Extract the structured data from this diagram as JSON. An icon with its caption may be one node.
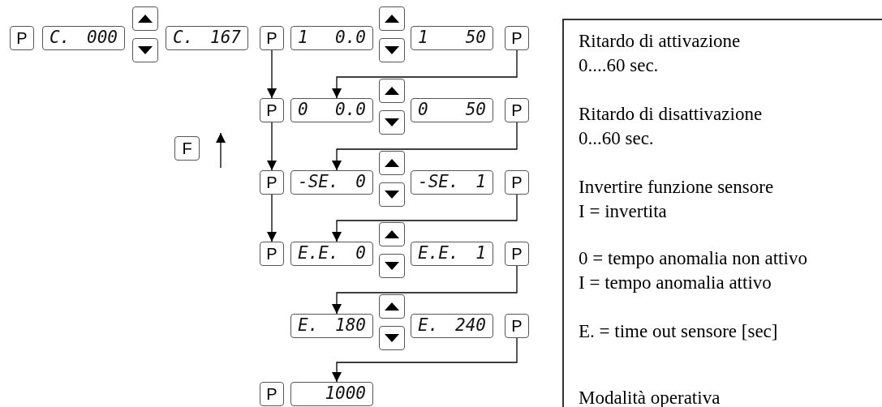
{
  "diagram": {
    "nodes": [
      {
        "text": [
          "P"
        ]
      },
      {
        "text": [
          "C. 000"
        ]
      },
      {
        "text": [],
        "shape": "box"
      },
      {
        "text": [],
        "shape": "box"
      },
      {
        "text": [
          "C. 167"
        ]
      },
      {
        "text": [
          "P"
        ]
      },
      {
        "text": [
          "1 0.0"
        ]
      },
      {
        "text": [],
        "shape": "box"
      },
      {
        "text": [],
        "shape": "box"
      },
      {
        "text": [
          "1 50"
        ]
      },
      {
        "text": [
          "P"
        ]
      },
      {
        "text": [
          "P"
        ]
      },
      {
        "text": [
          "0 0.0"
        ]
      },
      {
        "text": [],
        "shape": "box"
      },
      {
        "text": [],
        "shape": "box"
      },
      {
        "text": [
          "0 50"
        ]
      },
      {
        "text": [
          "P"
        ]
      },
      {
        "text": [
          "F"
        ]
      },
      {
        "text": [
          "P"
        ]
      },
      {
        "text": [
          "-SE. 0"
        ]
      },
      {
        "text": [],
        "shape": "box"
      },
      {
        "text": [],
        "shape": "box"
      },
      {
        "text": [
          "-SE. 1"
        ]
      },
      {
        "text": [
          "P"
        ]
      },
      {
        "text": [
          "P"
        ]
      },
      {
        "text": [
          "E.E. 0"
        ]
      },
      {
        "text": [],
        "shape": "box"
      },
      {
        "text": [],
        "shape": "box"
      },
      {
        "text": [
          "E.E. 1"
        ]
      },
      {
        "text": [
          "P"
        ]
      },
      {
        "text": [
          "E. 180"
        ]
      },
      {
        "text": [],
        "shape": "box"
      },
      {
        "text": [],
        "shape": "box"
      },
      {
        "text": [
          "E. 240"
        ]
      },
      {
        "text": [
          "P"
        ]
      },
      {
        "text": [
          "P"
        ]
      },
      {
        "text": [
          "1000"
        ]
      },
      {
        "text": [
          "Ritardo di attivazione",
          "0....60 sec.",
          "Ritardo di disattivazione",
          "0...60 sec.",
          "Invertire funzione sensore",
          "I = invertita",
          "0 = tempo anomalia non attivo",
          "I = tempo anomalia attivo",
          "E. = time out sensore [sec]",
          "Modalità operativa"
        ]
      }
    ],
    "edges": [
      {
        "from": 5,
        "to": 11,
        "arrow": "to"
      },
      {
        "from": 11,
        "to": 18,
        "arrow": "to"
      },
      {
        "from": 18,
        "to": 24,
        "arrow": "to"
      },
      {
        "from": 10,
        "to": 12,
        "arrow": "to"
      },
      {
        "from": 16,
        "to": 19,
        "arrow": "to"
      },
      {
        "from": 23,
        "to": 25,
        "arrow": "to"
      },
      {
        "from": 29,
        "to": 30,
        "arrow": "to"
      },
      {
        "from": 34,
        "to": 36,
        "arrow": "to"
      }
    ]
  }
}
